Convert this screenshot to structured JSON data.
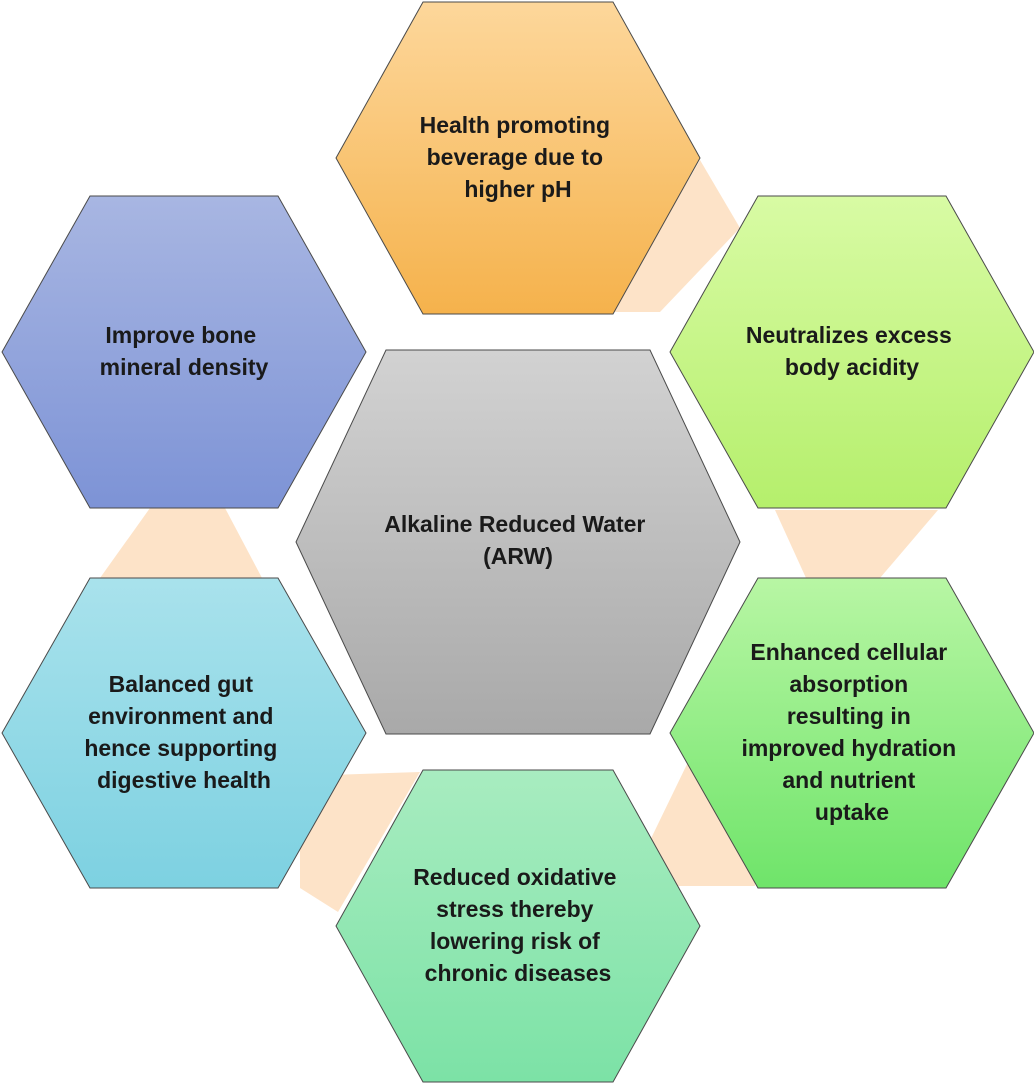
{
  "center": {
    "lines": [
      "Alkaline Reduced Water",
      "(ARW)"
    ]
  },
  "benefits": [
    {
      "id": "top",
      "lines": [
        "Health promoting",
        "beverage due to",
        "higher pH"
      ]
    },
    {
      "id": "upper-right",
      "lines": [
        "Neutralizes excess",
        "body acidity"
      ]
    },
    {
      "id": "lower-right",
      "lines": [
        "Enhanced cellular",
        "absorption",
        "resulting in",
        "improved hydration",
        "and nutrient",
        "uptake"
      ]
    },
    {
      "id": "bottom",
      "lines": [
        "Reduced oxidative",
        "stress thereby",
        "lowering risk of",
        "chronic diseases"
      ]
    },
    {
      "id": "lower-left",
      "lines": [
        "Balanced gut",
        "environment and",
        "hence supporting",
        "digestive health"
      ]
    },
    {
      "id": "upper-left",
      "lines": [
        "Improve bone",
        "mineral density"
      ]
    }
  ],
  "colors": {
    "connector": "#fde3c8",
    "center": [
      "#d2d2d2",
      "#a9a9a9"
    ],
    "top": [
      "#fdd79b",
      "#f5b24c"
    ],
    "upper-right": [
      "#d8fba4",
      "#b5ef6c"
    ],
    "lower-right": [
      "#b8f6a4",
      "#6fe46a"
    ],
    "bottom": [
      "#a8ecc0",
      "#7ce2a6"
    ],
    "lower-left": [
      "#a9e2ec",
      "#7dd1e1"
    ],
    "upper-left": [
      "#a8b6e2",
      "#7d93d6"
    ],
    "outline": "#4a4a4a"
  }
}
